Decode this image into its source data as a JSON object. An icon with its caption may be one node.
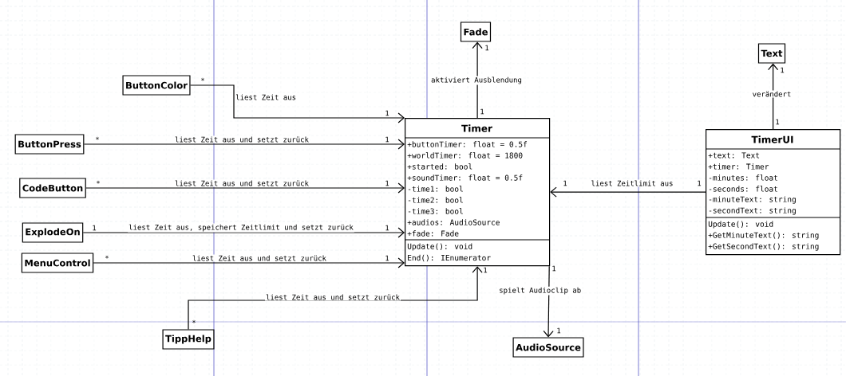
{
  "diagram": {
    "nodes": [
      {
        "text": [
          "Fade"
        ]
      },
      {
        "text": [
          "ButtonColor"
        ]
      },
      {
        "text": [
          "Text"
        ]
      },
      {
        "text": [
          "ButtonPress"
        ]
      },
      {
        "text": [
          "Timer",
          "+buttonTimer: float = 0.5f",
          "+worldTimer: float = 1800",
          "+started: bool",
          "+soundTimer: float = 0.5f",
          "-time1: bool",
          "-time2: bool",
          "-time3: bool",
          "+audios: AudioSource",
          "+fade: Fade",
          "Update(): void",
          "End(): IEnumerator"
        ]
      },
      {
        "text": [
          "TimerUI",
          "+text: Text",
          "+timer: Timer",
          "-minutes: float",
          "-seconds: float",
          "-minuteText: string",
          "-secondText: string",
          "Update(): void",
          "+GetMinuteText(): string",
          "+GetSecondText(): string"
        ]
      },
      {
        "text": [
          "CodeButton"
        ]
      },
      {
        "text": [
          "ExplodeOn"
        ]
      },
      {
        "text": [
          "MenuControl"
        ]
      },
      {
        "text": [
          "TippHelp"
        ]
      },
      {
        "text": [
          "AudioSource"
        ]
      }
    ],
    "edges": [
      {
        "from": 1,
        "to": 4,
        "arrow": "to",
        "label": "liest Zeit aus"
      },
      {
        "from": 3,
        "to": 4,
        "arrow": "to",
        "label": "liest Zeit aus und setzt zurück"
      },
      {
        "from": 6,
        "to": 4,
        "arrow": "to",
        "label": "liest Zeit aus und setzt zurück"
      },
      {
        "from": 7,
        "to": 4,
        "arrow": "to",
        "label": "liest Zeit aus, speichert Zeitlimit und setzt zurück"
      },
      {
        "from": 8,
        "to": 4,
        "arrow": "to",
        "label": "liest Zeit aus und setzt zurück"
      },
      {
        "from": 9,
        "to": 4,
        "arrow": "to",
        "label": "liest Zeit aus und setzt zurück"
      },
      {
        "from": 4,
        "to": 0,
        "arrow": "to",
        "label": "aktiviert Ausblendung"
      },
      {
        "from": 4,
        "to": 10,
        "arrow": "to",
        "label": "spielt Audioclip ab"
      },
      {
        "from": 5,
        "to": 4,
        "arrow": "to",
        "label": "liest Zeitlimit aus"
      },
      {
        "from": 5,
        "to": 2,
        "arrow": "to",
        "label": "verändert"
      }
    ],
    "labels": [
      "1",
      "1",
      "*",
      "1",
      "1",
      "1",
      "*",
      "1",
      "*",
      "1",
      "1",
      "1",
      "1",
      "1",
      "*",
      "1",
      "1",
      "1",
      "*",
      "1"
    ]
  }
}
